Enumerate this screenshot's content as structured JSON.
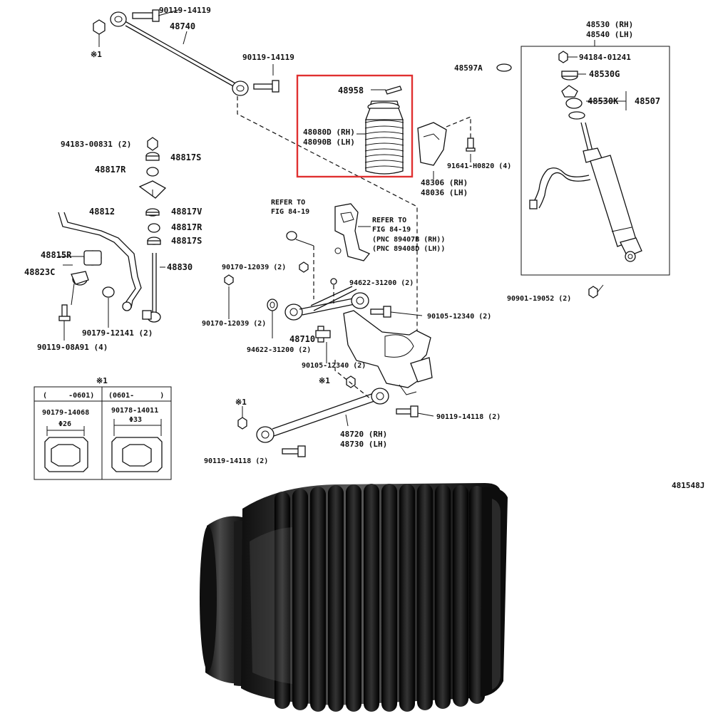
{
  "diagram_code": "481548J",
  "highlight_color": "#e03030",
  "highlight": {
    "part_a": "48958",
    "part_b_rh": "48080D (RH)",
    "part_b_lh": "48090B (LH)"
  },
  "shock_box": {
    "head_rh": "48530 (RH)",
    "head_lh": "48540 (LH)",
    "nut": "94184-01241",
    "cup_g": "48530G",
    "cup_k": "48530K",
    "kit": "48507",
    "washer": "48597A",
    "bolt": "90901-19052 (2)"
  },
  "labels": {
    "l_90119_14119_a": "90119-14119",
    "l_48740": "48740",
    "l_ref1": "※1",
    "l_90119_14119_b": "90119-14119",
    "l_94183": "94183-00831 (2)",
    "l_48817s_a": "48817S",
    "l_48817r_a": "48817R",
    "l_48812": "48812",
    "l_48817v": "48817V",
    "l_48817r_b": "48817R",
    "l_48817s_b": "48817S",
    "l_48815r": "48815R",
    "l_48823c": "48823C",
    "l_48830": "48830",
    "l_90179_12141": "90179-12141 (2)",
    "l_90119_08a91": "90119-08A91 (4)",
    "l_48306_rh": "48306 (RH)",
    "l_48036_lh": "48036 (LH)",
    "l_91641": "91641-H0820 (4)",
    "l_refer_to_1": "REFER TO",
    "l_fig_1": "FIG 84-19",
    "l_refer_to_2": "REFER TO",
    "l_fig_2": "FIG 84-19",
    "l_pnc_rh": "(PNC 89407B (RH))",
    "l_pnc_lh": "(PNC 89408D (LH))",
    "l_90170_a": "90170-12039 (2)",
    "l_94622_a": "94622-31200 (2)",
    "l_90105_a": "90105-12340 (2)",
    "l_90170_b": "90170-12039 (2)",
    "l_48710": "48710",
    "l_94622_b": "94622-31200 (2)",
    "l_90105_b": "90105-12340 (2)",
    "l_ref2": "※1",
    "l_ref3": "※1",
    "l_90119_14118_a": "90119-14118 (2)",
    "l_48720_rh": "48720 (RH)",
    "l_48730_lh": "48730 (LH)",
    "l_90119_14118_b": "90119-14118 (2)"
  },
  "note_table": {
    "marker": "※1",
    "col1_header": "(     -0601)",
    "col2_header": "(0601-      )",
    "col1_part": "90179-14068",
    "col2_part": "90178-14011",
    "col1_dim": "Φ26",
    "col2_dim": "Φ33"
  }
}
